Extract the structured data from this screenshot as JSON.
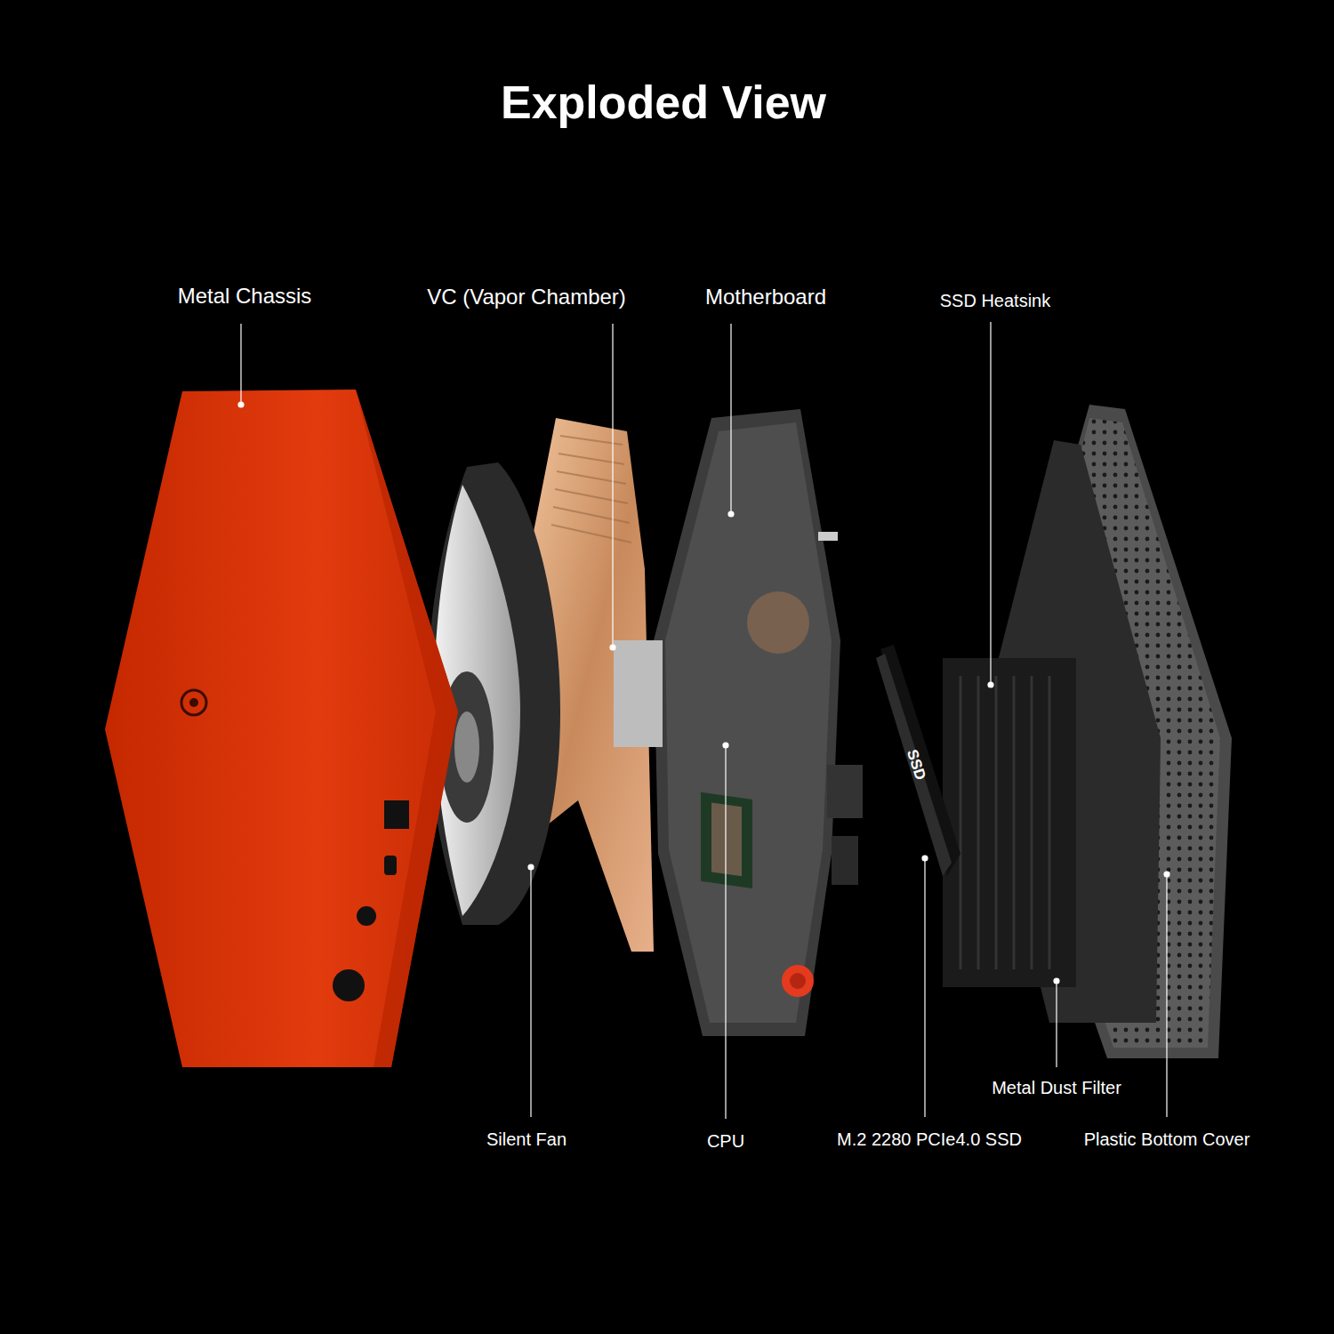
{
  "diagram": {
    "title": "Exploded View",
    "labels": [
      "Metal Chassis",
      "VC (Vapor Chamber)",
      "Motherboard",
      "SSD Heatsink",
      "Silent Fan",
      "CPU",
      "M.2 2280 PCIe4.0 SSD",
      "Metal Dust Filter",
      "Plastic Bottom Cover",
      "SSD"
    ]
  }
}
